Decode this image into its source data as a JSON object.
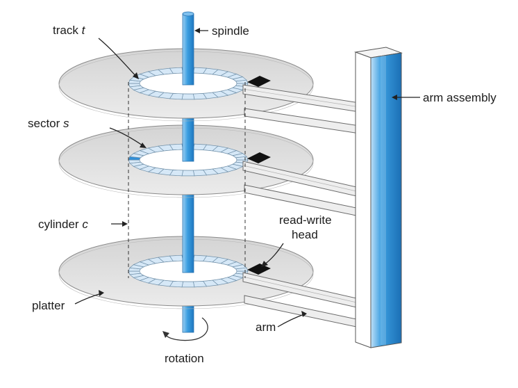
{
  "labels": {
    "track": "track",
    "track_var": "t",
    "spindle": "spindle",
    "sector": "sector",
    "sector_var": "s",
    "arm_assembly": "arm assembly",
    "cylinder": "cylinder",
    "cylinder_var": "c",
    "read_write_line1": "read-write",
    "read_write_line2": "head",
    "platter": "platter",
    "arm": "arm",
    "rotation": "rotation"
  },
  "colors": {
    "platter_fill": "#dedede",
    "platter_edge": "#8a8a8a",
    "track_segment": "#d6e8f7",
    "sector_highlight": "#2f8fd8",
    "spindle_blue": "#3b9ee0",
    "arm_fill": "#eeeeee",
    "head_black": "#111111"
  },
  "platter_count": 3,
  "track_segments": 30
}
